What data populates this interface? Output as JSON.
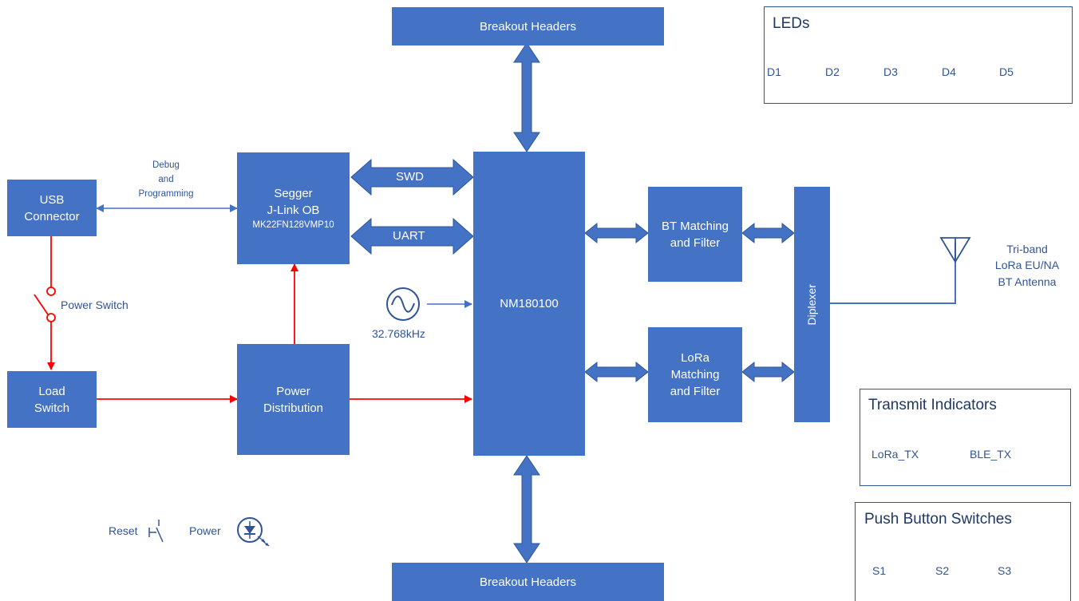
{
  "blocks": {
    "breakout_top": "Breakout Headers",
    "breakout_bottom": "Breakout Headers",
    "usb": [
      "USB",
      "Connector"
    ],
    "segger": [
      "Segger",
      "J-Link OB",
      "MK22FN128VMP10"
    ],
    "mcu": "NM180100",
    "bt_match": [
      "BT Matching",
      "and Filter"
    ],
    "lora_match": [
      "LoRa",
      "Matching",
      "and Filter"
    ],
    "diplexer": "Diplexer",
    "load_switch": [
      "Load",
      "Switch"
    ],
    "power_dist": [
      "Power",
      "Distribution"
    ]
  },
  "bus_labels": {
    "swd": "SWD",
    "uart": "UART"
  },
  "labels": {
    "debug": [
      "Debug",
      "and",
      "Programming"
    ],
    "power_switch": "Power Switch",
    "crystal": "32.768kHz",
    "antenna": [
      "Tri-band",
      "LoRa EU/NA",
      "BT Antenna"
    ],
    "reset": "Reset",
    "power_led": "Power"
  },
  "panels": {
    "leds": {
      "title": "LEDs",
      "items": [
        "D1",
        "D2",
        "D3",
        "D4",
        "D5"
      ]
    },
    "transmit": {
      "title": "Transmit Indicators",
      "items": [
        "LoRa_TX",
        "BLE_TX"
      ]
    },
    "buttons": {
      "title": "Push Button Switches",
      "items": [
        "S1",
        "S2",
        "S3"
      ]
    }
  },
  "colors": {
    "block": "#4472c4",
    "text": "#2f5597",
    "power": "#ff0000"
  },
  "icons": [
    "led-icon",
    "push-button-icon",
    "oscillator-icon",
    "antenna-icon",
    "switch-icon"
  ]
}
